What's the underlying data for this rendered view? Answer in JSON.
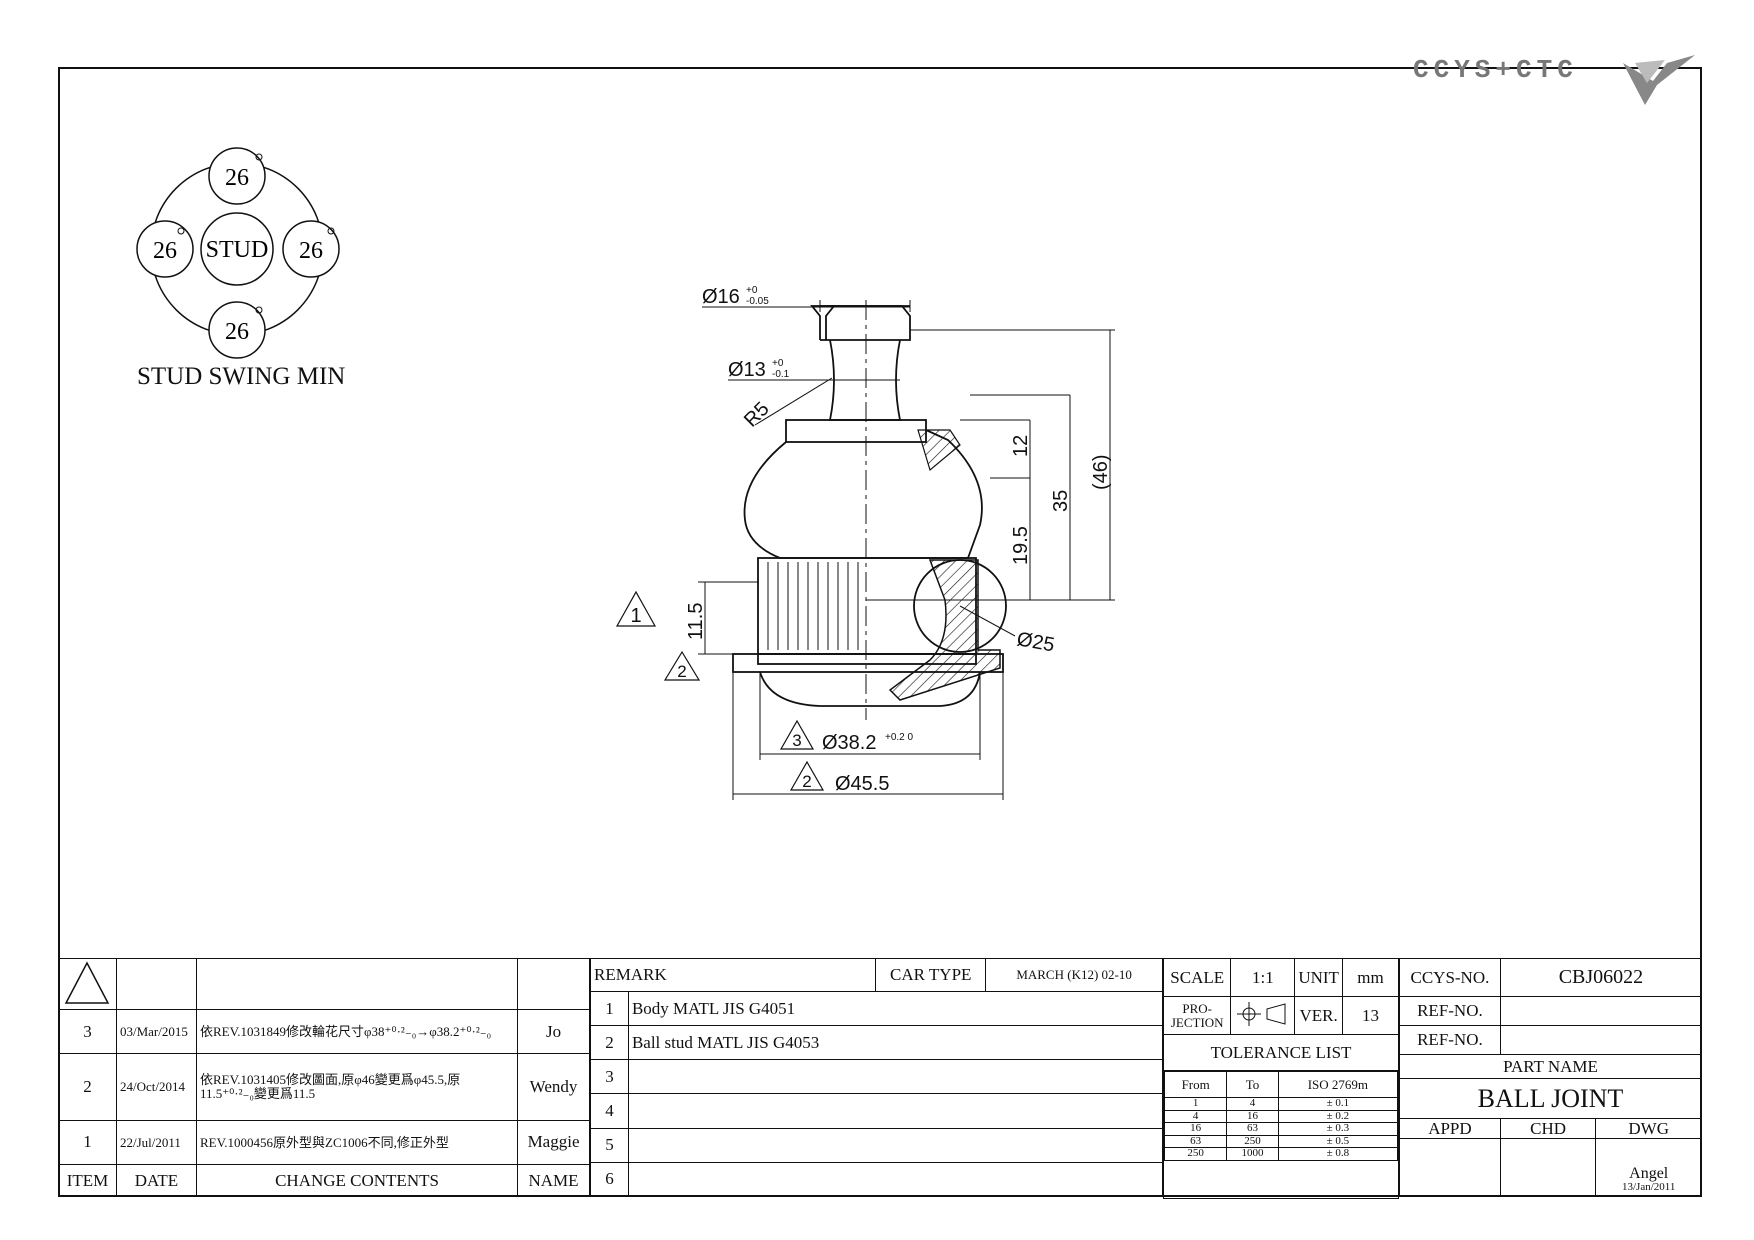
{
  "logo": {
    "text": "CCYS+CTC"
  },
  "stud_swing": {
    "center_label": "STUD",
    "angles": [
      "26",
      "26",
      "26",
      "26"
    ],
    "caption": "STUD SWING MIN"
  },
  "dimensions": {
    "d16": "Ø16",
    "d16_tol_upper": "+0",
    "d16_tol_lower": "-0.05",
    "d13": "Ø13",
    "d13_tol_upper": "+0",
    "d13_tol_lower": "-0.1",
    "r5": "R5",
    "h12": "12",
    "h35": "35",
    "h46": "(46)",
    "h19_5": "19.5",
    "h11_5": "11.5",
    "d25": "Ø25",
    "d38_2": "Ø38.2",
    "d38_2_tol": "+0.2 0",
    "d45_5": "Ø45.5",
    "rev_mark_1": "1",
    "rev_mark_2": "2",
    "rev_mark_3": "3"
  },
  "revisions": {
    "headers": {
      "item": "ITEM",
      "date": "DATE",
      "contents": "CHANGE CONTENTS",
      "name": "NAME"
    },
    "rows": [
      {
        "item": "3",
        "date": "03/Mar/2015",
        "content": "依REV.1031849修改輪花尺寸φ38⁺⁰·²₋₀→φ38.2⁺⁰·²₋₀",
        "name": "Jo"
      },
      {
        "item": "2",
        "date": "24/Oct/2014",
        "content": "依REV.1031405修改圖面,原φ46變更爲φ45.5,原11.5⁺⁰·²₋₀變更爲11.5",
        "name": "Wendy"
      },
      {
        "item": "1",
        "date": "22/Jul/2011",
        "content": "REV.1000456原外型與ZC1006不同,修正外型",
        "name": "Maggie"
      }
    ]
  },
  "remark": {
    "header": "REMARK",
    "car_type_label": "CAR TYPE",
    "car_type_value": "MARCH (K12) 02-10",
    "lines": [
      {
        "no": "1",
        "text": "Body MATL JIS G4051"
      },
      {
        "no": "2",
        "text": "Ball stud MATL JIS G4053"
      },
      {
        "no": "3",
        "text": ""
      },
      {
        "no": "4",
        "text": ""
      },
      {
        "no": "5",
        "text": ""
      },
      {
        "no": "6",
        "text": ""
      }
    ]
  },
  "specs": {
    "scale_label": "SCALE",
    "scale_value": "1:1",
    "unit_label": "UNIT",
    "unit_value": "mm",
    "projection_label": "PRO-\nJECTION",
    "ver_label": "VER.",
    "ver_value": "13"
  },
  "tolerance": {
    "title": "TOLERANCE LIST",
    "headers": [
      "From",
      "To",
      "ISO 2769m"
    ],
    "rows": [
      [
        "1",
        "4",
        "± 0.1"
      ],
      [
        "4",
        "16",
        "± 0.2"
      ],
      [
        "16",
        "63",
        "± 0.3"
      ],
      [
        "63",
        "250",
        "± 0.5"
      ],
      [
        "250",
        "1000",
        "± 0.8"
      ]
    ]
  },
  "part": {
    "ccys_label": "CCYS-NO.",
    "ccys_value": "CBJ06022",
    "ref1_label": "REF-NO.",
    "ref1_value": "",
    "ref2_label": "REF-NO.",
    "ref2_value": "",
    "part_name_label": "PART NAME",
    "part_name": "BALL JOINT",
    "appd": "APPD",
    "chd": "CHD",
    "dwg": "DWG",
    "dwg_name": "Angel",
    "dwg_date": "13/Jan/2011"
  }
}
